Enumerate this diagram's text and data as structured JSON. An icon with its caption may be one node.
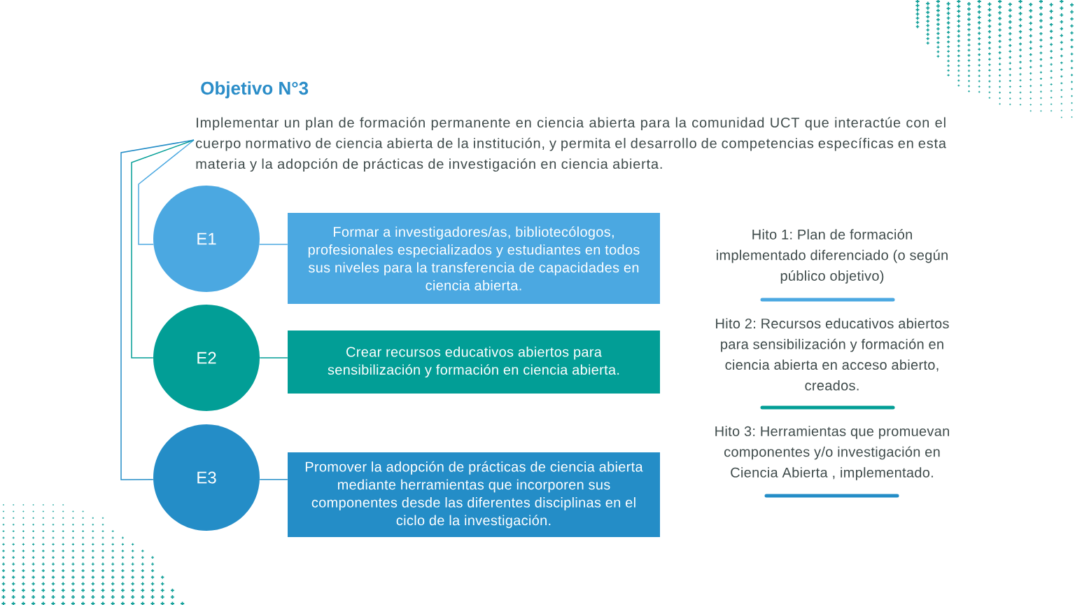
{
  "diagram": {
    "title": "Objetivo N°3",
    "nodes": [
      {
        "text": [
          "Implementar un plan de formación permanente en ciencia abierta para la comunidad UCT que interactúe con el cuerpo normativo de ciencia abierta de la institución, y permita el desarrollo de competencias específicas en esta materia y la adopción de prácticas de investigación en ciencia abierta."
        ]
      },
      {
        "text": [
          "E1"
        ]
      },
      {
        "text": [
          "Formar a investigadores/as, bibliotecólogos, profesionales especializados y estudiantes en todos sus niveles para la transferencia de capacidades en ciencia abierta."
        ]
      },
      {
        "text": [
          "E2"
        ]
      },
      {
        "text": [
          "Crear recursos educativos abiertos para sensibilización y formación en ciencia abierta."
        ]
      },
      {
        "text": [
          "E3"
        ]
      },
      {
        "text": [
          "Promover la adopción de prácticas de ciencia abierta mediante herramientas que incorporen sus componentes desde las diferentes disciplinas en el ciclo de la investigación."
        ]
      }
    ],
    "edges": [
      {
        "from": 0,
        "to": 1,
        "arrow": "none",
        "color": "#4ba8e1"
      },
      {
        "from": 1,
        "to": 2,
        "arrow": "none",
        "color": "#4ba8e1"
      },
      {
        "from": 0,
        "to": 3,
        "arrow": "none",
        "color": "#029e96"
      },
      {
        "from": 3,
        "to": 4,
        "arrow": "none",
        "color": "#029e96"
      },
      {
        "from": 0,
        "to": 5,
        "arrow": "none",
        "color": "#248dc7"
      },
      {
        "from": 5,
        "to": 6,
        "arrow": "none",
        "color": "#248dc7"
      }
    ],
    "labels": [
      "Hito 1: Plan de formación implementado diferenciado (o según público objetivo)",
      "Hito 2: Recursos educativos abiertos para sensibilización y formación en ciencia abierta en acceso abierto, creados.",
      "Hito 3: Herramientas que promuevan componentes y/o investigación en Ciencia Abierta , implementado."
    ]
  }
}
